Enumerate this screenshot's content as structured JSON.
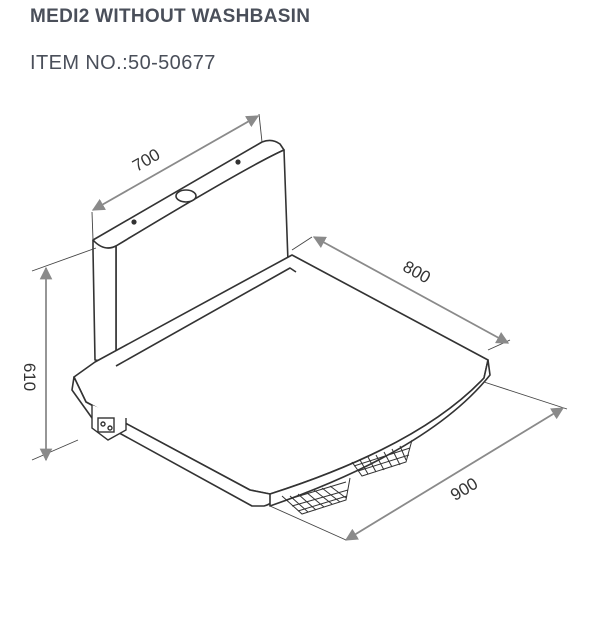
{
  "header": {
    "title": "MEDI2 WITHOUT WASHBASIN",
    "item_number": "ITEM NO.:50-50677"
  },
  "dimensions": {
    "width_back": "700",
    "depth": "800",
    "width_front": "900",
    "height": "610"
  },
  "colors": {
    "text": "#4a4f5a",
    "line": "#333333",
    "arrow": "#8a8a8a"
  }
}
